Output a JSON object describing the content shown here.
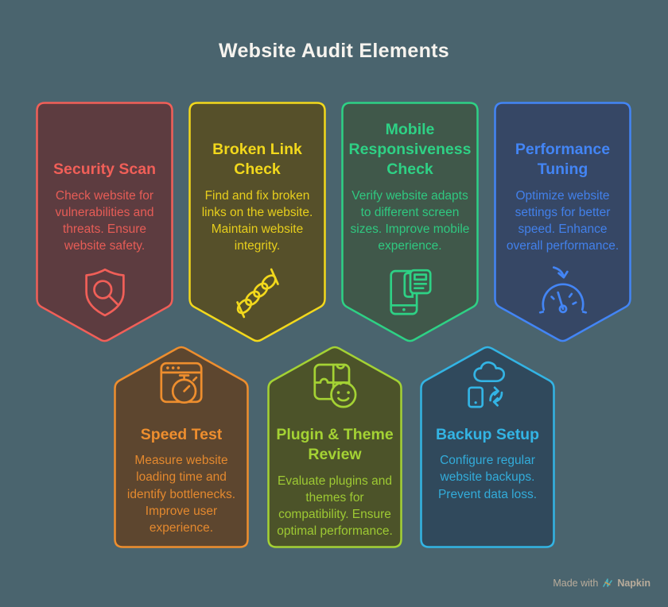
{
  "page": {
    "title": "Website Audit Elements",
    "background": "#4a646e",
    "title_color": "#f6f3ee"
  },
  "cards": [
    {
      "id": "security-scan",
      "row": "top",
      "title": "Security Scan",
      "body": "Check website for vulnerabilities and threats. Ensure website safety.",
      "accent": "#f15f58",
      "fill": "#5d3c40",
      "icon": "shield-search-icon"
    },
    {
      "id": "broken-link-check",
      "row": "top",
      "title": "Broken Link Check",
      "body": "Find and fix broken links on the website. Maintain website integrity.",
      "accent": "#f2d81c",
      "fill": "#56502a",
      "icon": "broken-chain-icon"
    },
    {
      "id": "mobile-responsiveness-check",
      "row": "top",
      "title": "Mobile Responsiveness Check",
      "body": "Verify website adapts to different screen sizes. Improve mobile experience.",
      "accent": "#2ed185",
      "fill": "#40584a",
      "icon": "mobile-preview-icon"
    },
    {
      "id": "performance-tuning",
      "row": "top",
      "title": "Performance Tuning",
      "body": "Optimize website settings for better speed. Enhance overall performance.",
      "accent": "#4385f5",
      "fill": "#364765",
      "icon": "speedometer-icon"
    },
    {
      "id": "speed-test",
      "row": "bottom",
      "title": "Speed Test",
      "body": "Measure website loading time and identify bottlenecks. Improve user experience.",
      "accent": "#ee8e2e",
      "fill": "#5d462f",
      "icon": "browser-stopwatch-icon"
    },
    {
      "id": "plugin-theme-review",
      "row": "bottom",
      "title": "Plugin & Theme Review",
      "body": "Evaluate plugins and themes for compatibility. Ensure optimal performance.",
      "accent": "#a4d234",
      "fill": "#4c5329",
      "icon": "puzzle-smiley-icon"
    },
    {
      "id": "backup-setup",
      "row": "bottom",
      "title": "Backup Setup",
      "body": "Configure regular website backups. Prevent data loss.",
      "accent": "#33b4e4",
      "fill": "#30495c",
      "icon": "cloud-sync-icon"
    }
  ],
  "watermark": {
    "prefix": "Made with",
    "brand": "Napkin"
  }
}
